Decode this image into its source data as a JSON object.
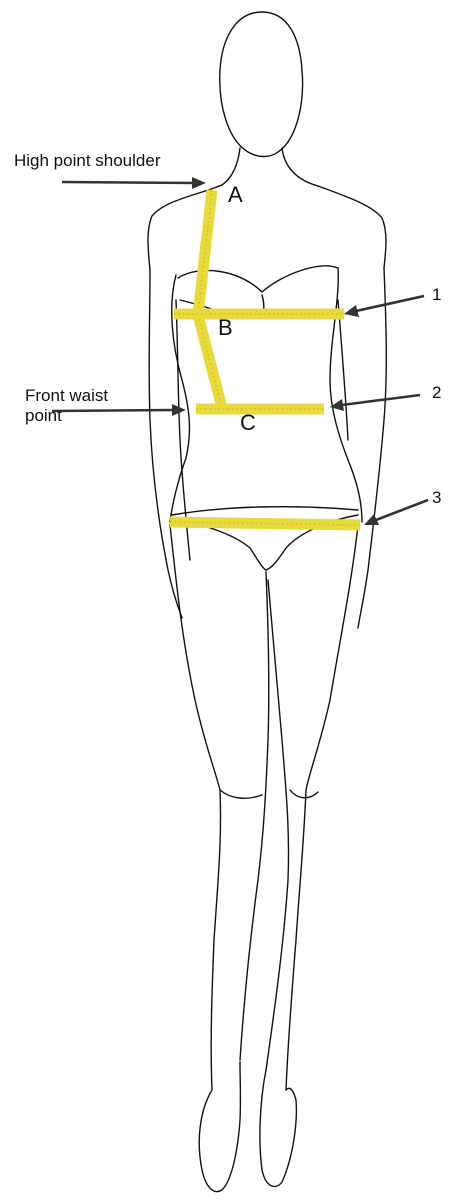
{
  "labels": {
    "high_point_shoulder": "High point shoulder",
    "front_waist_line1": "Front waist",
    "front_waist_line2": "point"
  },
  "points": {
    "a": "A",
    "b": "B",
    "c": "C"
  },
  "markers": {
    "m1": "1",
    "m2": "2",
    "m3": "3"
  },
  "colors": {
    "tape": "#e8da3c",
    "tape_ticks": "#c9b826",
    "ink": "#111111",
    "arrow": "#333333"
  }
}
